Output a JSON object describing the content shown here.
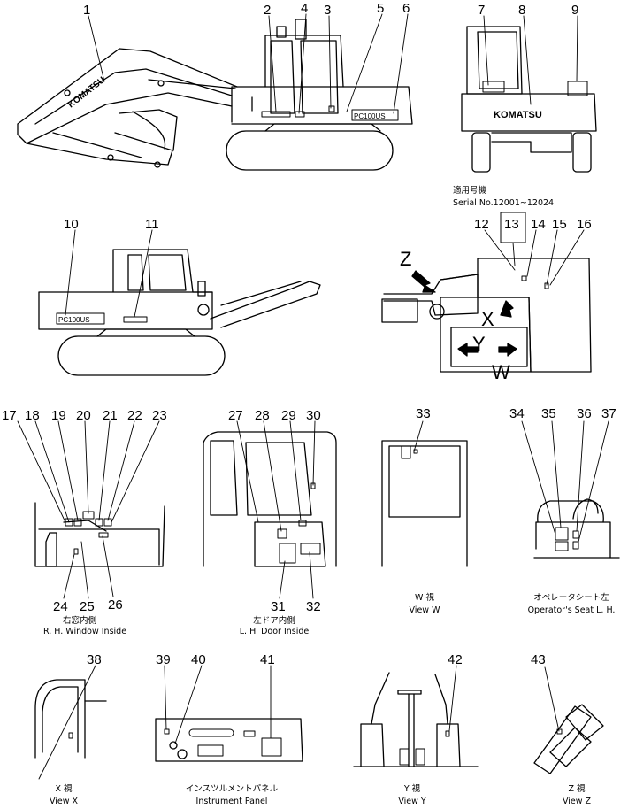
{
  "serial": {
    "jp": "適用号機",
    "en": "Serial No.12001~12024"
  },
  "brand": "KOMATSU",
  "model_plate": "PC100US",
  "callouts": [
    "1",
    "2",
    "3",
    "4",
    "5",
    "6",
    "7",
    "8",
    "9",
    "10",
    "11",
    "12",
    "13",
    "14",
    "15",
    "16",
    "17",
    "18",
    "19",
    "20",
    "21",
    "22",
    "23",
    "24",
    "25",
    "26",
    "27",
    "28",
    "29",
    "30",
    "31",
    "32",
    "33",
    "34",
    "35",
    "36",
    "37",
    "38",
    "39",
    "40",
    "41",
    "42",
    "43"
  ],
  "view_letters": {
    "x": "X",
    "y": "Y",
    "w": "W",
    "z": "Z"
  },
  "captions": {
    "rh_window": {
      "jp": "右窓内側",
      "en": "R. H. Window Inside"
    },
    "lh_door": {
      "jp": "左ドア内側",
      "en": "L. H. Door Inside"
    },
    "view_w": {
      "jp": "W 視",
      "en": "View W"
    },
    "op_seat": {
      "jp": "オペレータシート左",
      "en": "Operator's Seat L. H."
    },
    "view_x": {
      "jp": "X 視",
      "en": "View X"
    },
    "instrument": {
      "jp": "インスツルメントパネル",
      "en": "Instrument Panel"
    },
    "view_y": {
      "jp": "Y 視",
      "en": "View Y"
    },
    "view_z": {
      "jp": "Z 視",
      "en": "View Z"
    }
  }
}
